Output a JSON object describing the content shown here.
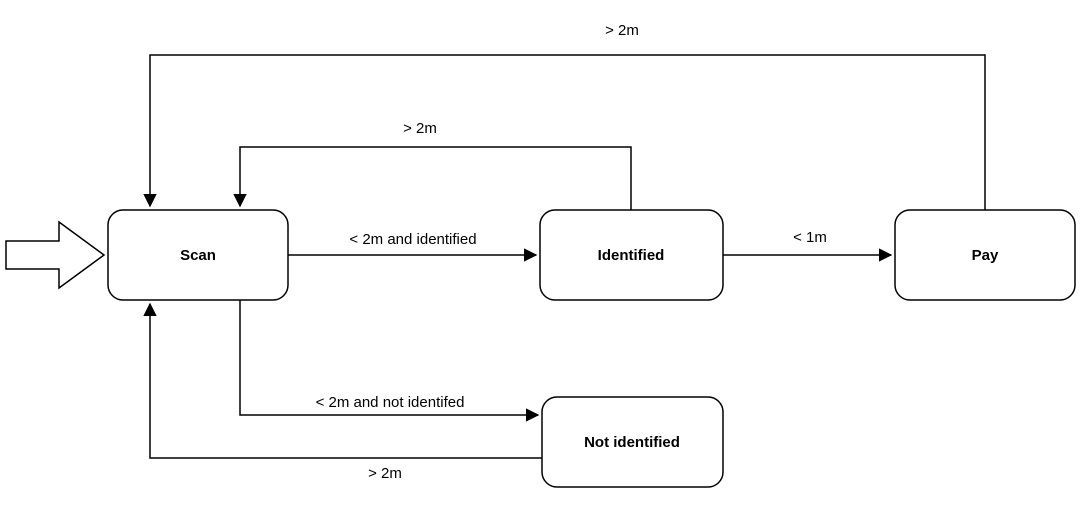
{
  "diagram": {
    "type": "state-machine-flowchart",
    "colors": {
      "background": "#ffffff",
      "stroke": "#000000",
      "text": "#000000",
      "node_fill": "#ffffff"
    },
    "icons": {
      "start": "entry-arrow-icon"
    },
    "nodes": [
      {
        "id": "scan",
        "label": "Scan"
      },
      {
        "id": "identified",
        "label": "Identified"
      },
      {
        "id": "pay",
        "label": "Pay"
      },
      {
        "id": "not_identified",
        "label": "Not identified"
      }
    ],
    "edges": [
      {
        "from": "pay",
        "to": "scan",
        "label": "> 2m"
      },
      {
        "from": "identified",
        "to": "scan",
        "label": "> 2m"
      },
      {
        "from": "scan",
        "to": "identified",
        "label": "< 2m and identified"
      },
      {
        "from": "identified",
        "to": "pay",
        "label": "< 1m"
      },
      {
        "from": "scan",
        "to": "not_identified",
        "label": "< 2m and not identifed"
      },
      {
        "from": "not_identified",
        "to": "scan",
        "label": "> 2m"
      }
    ]
  }
}
